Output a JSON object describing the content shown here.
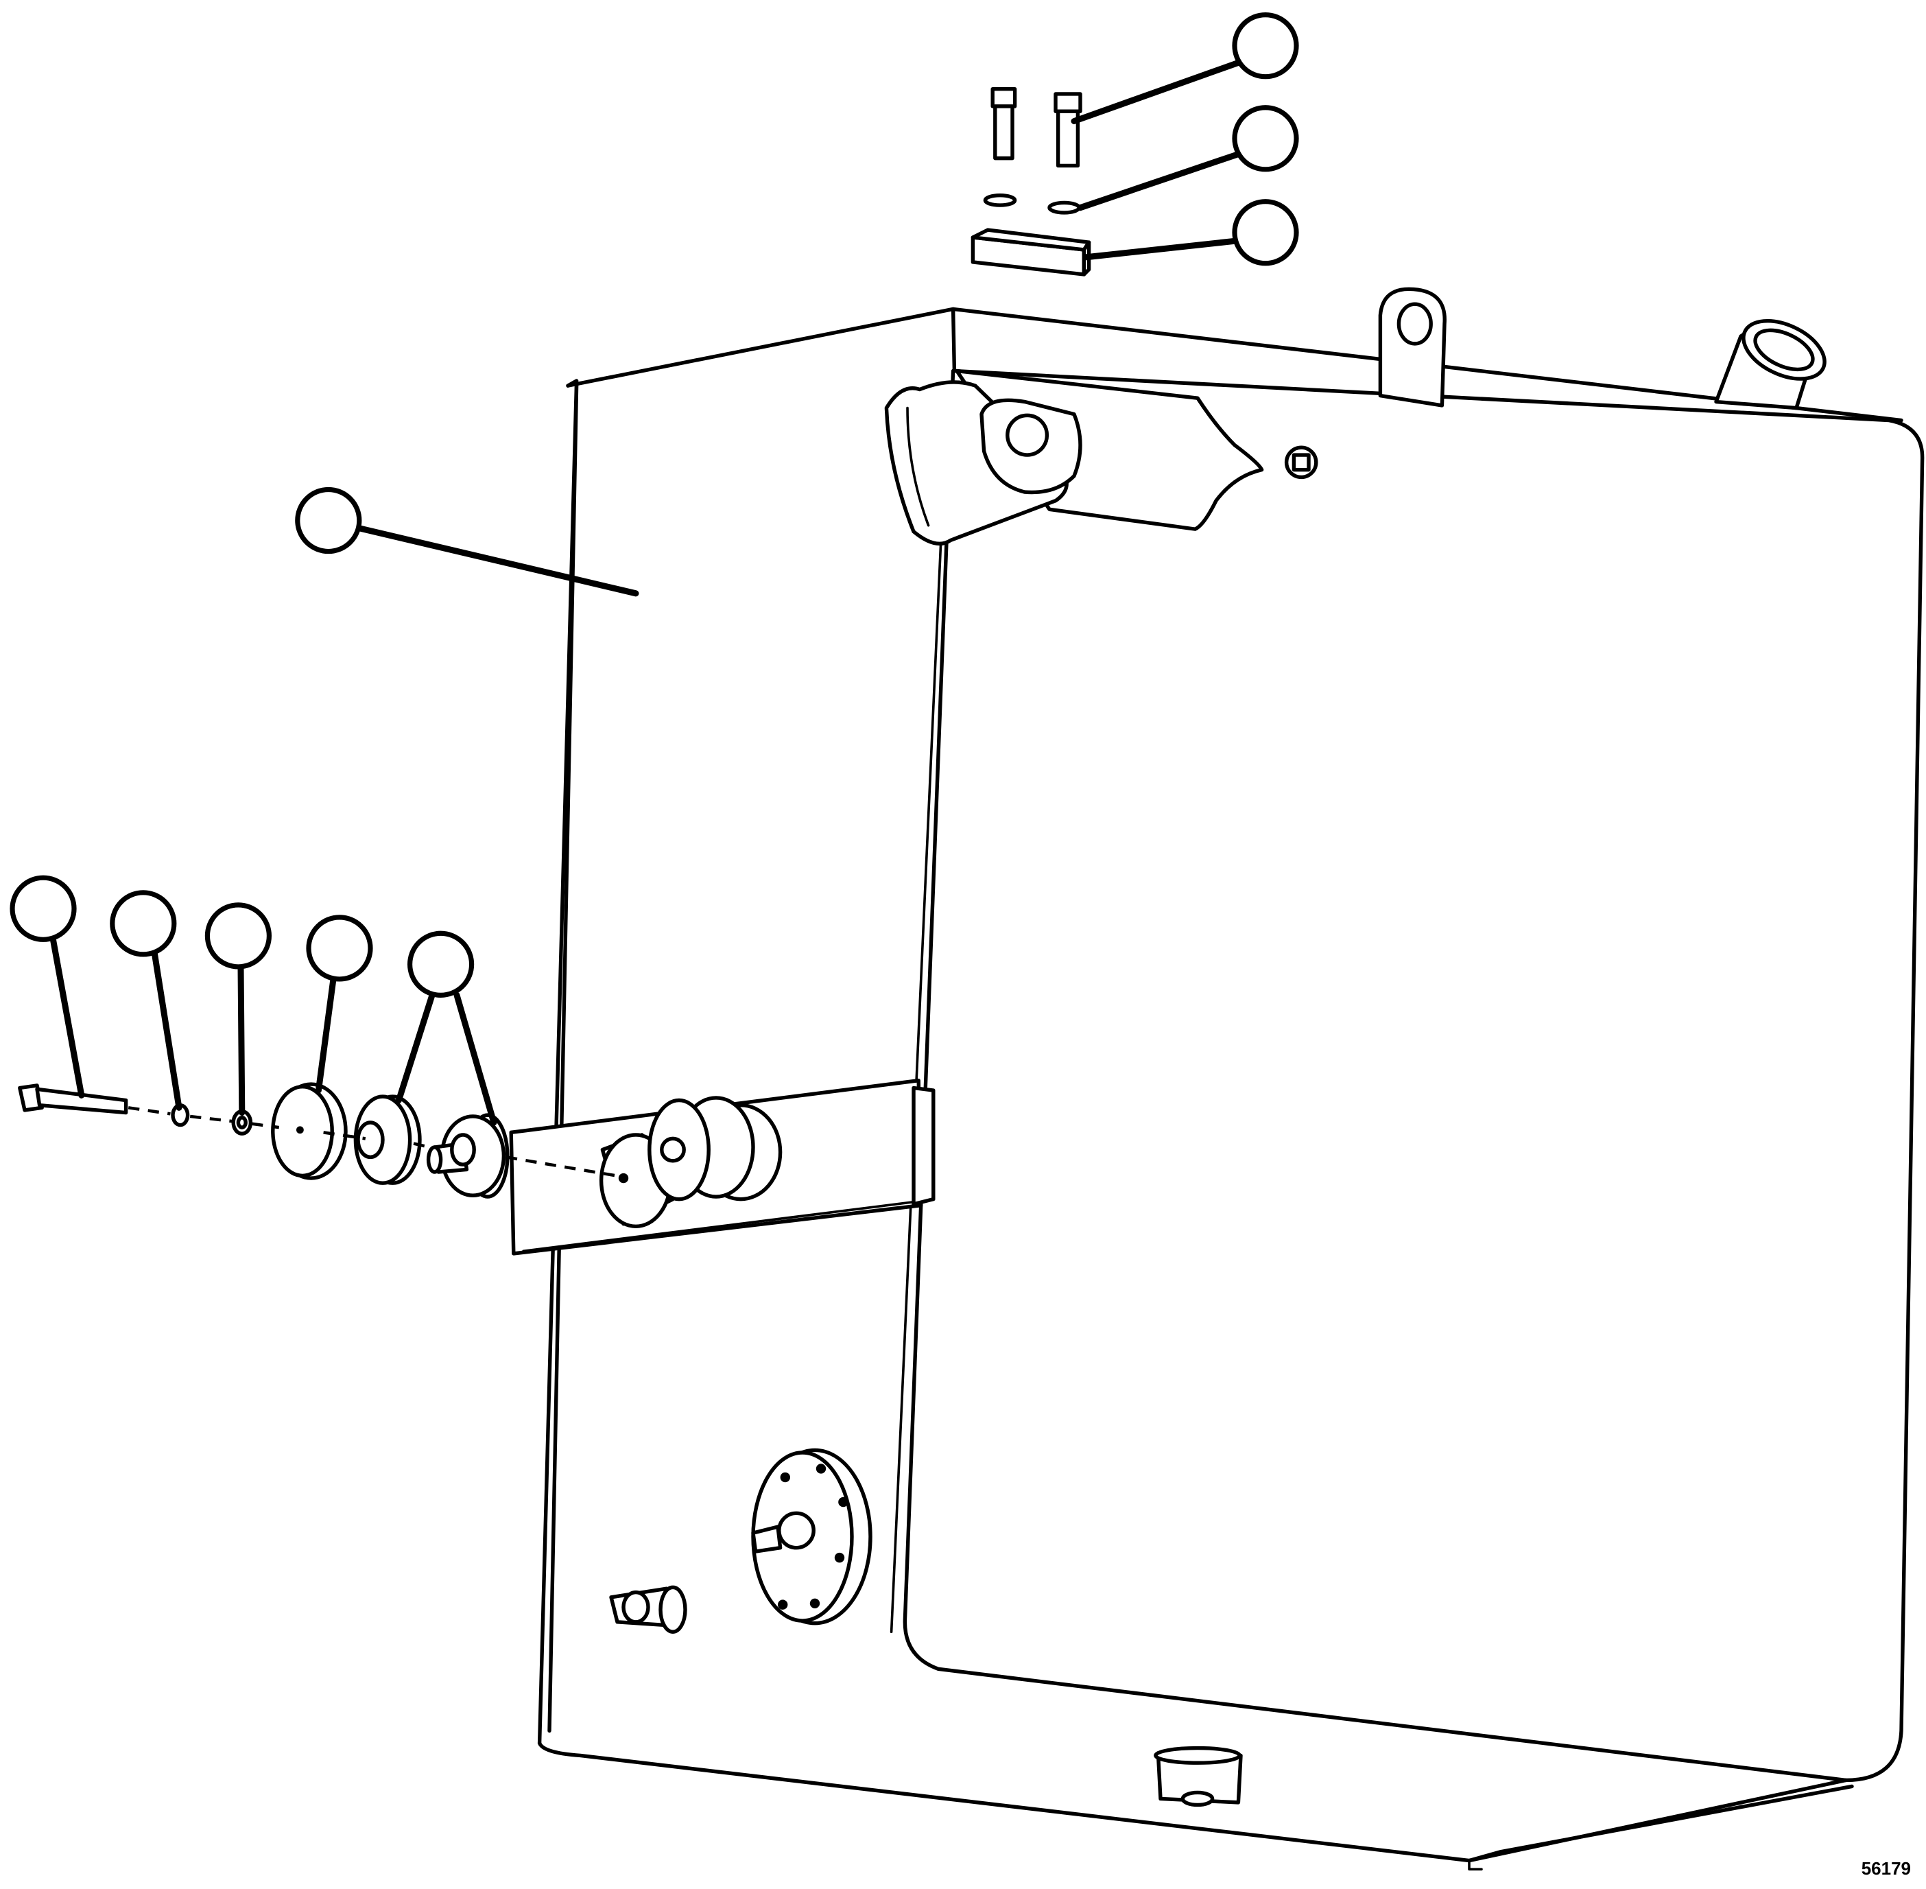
{
  "figure": {
    "number": "56179"
  },
  "balloons": [
    {
      "id": "balloon-capscrew-top",
      "label": ""
    },
    {
      "id": "balloon-washer-top",
      "label": ""
    },
    {
      "id": "balloon-spacer-block",
      "label": ""
    },
    {
      "id": "balloon-tank",
      "label": ""
    },
    {
      "id": "balloon-bolt",
      "label": ""
    },
    {
      "id": "balloon-locknut",
      "label": ""
    },
    {
      "id": "balloon-flat-washer",
      "label": ""
    },
    {
      "id": "balloon-large-washer",
      "label": ""
    },
    {
      "id": "balloon-isolator-mount",
      "label": ""
    }
  ]
}
